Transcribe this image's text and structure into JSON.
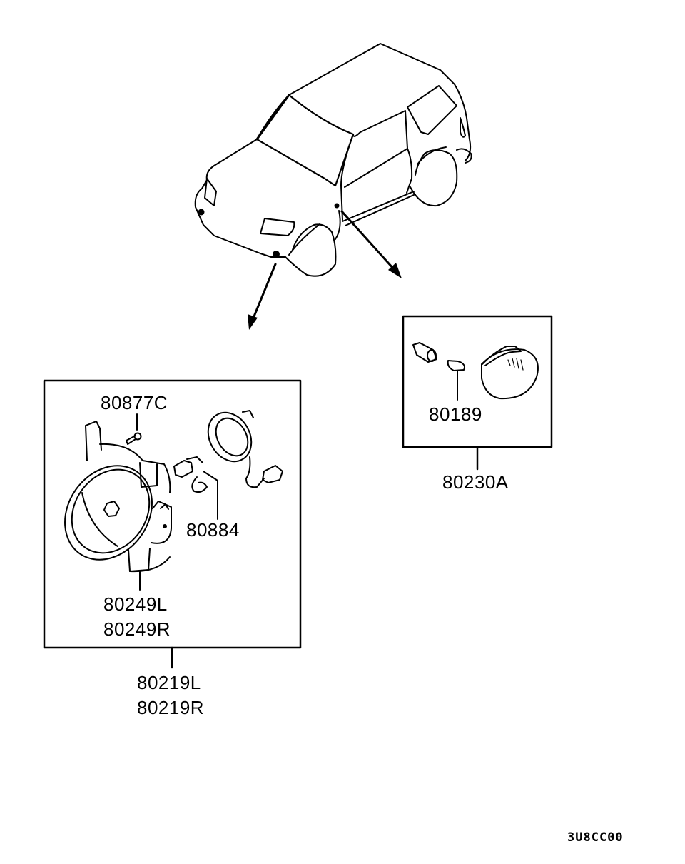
{
  "diagram": {
    "title_code": "3U8CC00",
    "colors": {
      "line": "#000000",
      "background": "#ffffff"
    },
    "vehicle": {
      "name": "vehicle-outline",
      "callouts": [
        "front-fog-lamp-location",
        "side-turn-lamp-location"
      ]
    },
    "groups": [
      {
        "id": "fog-lamp-assembly",
        "assembly_labels": [
          "80219L",
          "80219R"
        ],
        "parts": [
          {
            "id": "screw",
            "label": "80877C"
          },
          {
            "id": "bulb-socket",
            "label": "80884"
          },
          {
            "id": "fog-lamp-unit",
            "labels": [
              "80249L",
              "80249R"
            ]
          }
        ]
      },
      {
        "id": "side-turn-lamp-assembly",
        "assembly_labels": [
          "80230A"
        ],
        "parts": [
          {
            "id": "bulb",
            "label": "80189"
          }
        ]
      }
    ]
  }
}
